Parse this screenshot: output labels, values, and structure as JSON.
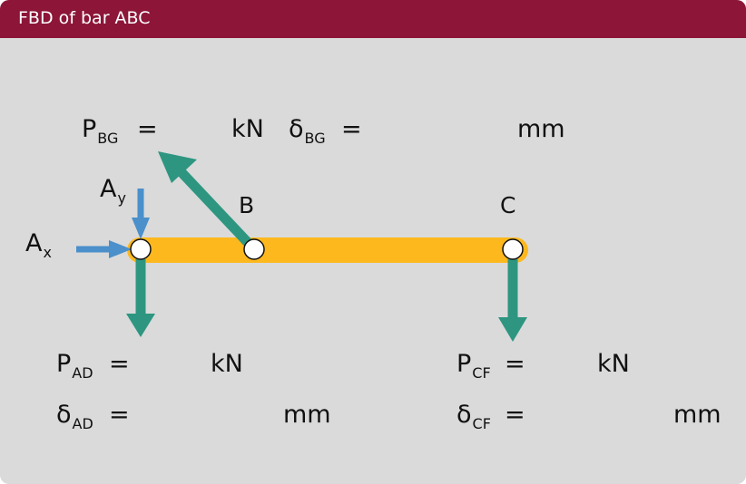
{
  "header": {
    "title": "FBD of bar ABC"
  },
  "colors": {
    "header_bg": "#8c1538",
    "panel_bg": "#dadada",
    "bar": "#fdb81e",
    "member_force": "#2e9680",
    "reaction": "#4b8fcb"
  },
  "points": {
    "B": "B",
    "C": "C"
  },
  "reactions": {
    "ax": {
      "main": "A",
      "sub": "x"
    },
    "ay": {
      "main": "A",
      "sub": "y"
    }
  },
  "forces": {
    "p_bg": {
      "main": "P",
      "sub": "BG",
      "eq": "=",
      "unit": "kN"
    },
    "d_bg": {
      "main": "δ",
      "sub": "BG",
      "eq": "=",
      "unit": "mm"
    },
    "p_ad": {
      "main": "P",
      "sub": "AD",
      "eq": "=",
      "unit": "kN"
    },
    "d_ad": {
      "main": "δ",
      "sub": "AD",
      "eq": "=",
      "unit": "mm"
    },
    "p_cf": {
      "main": "P",
      "sub": "CF",
      "eq": "=",
      "unit": "kN"
    },
    "d_cf": {
      "main": "δ",
      "sub": "CF",
      "eq": "=",
      "unit": "mm"
    }
  }
}
